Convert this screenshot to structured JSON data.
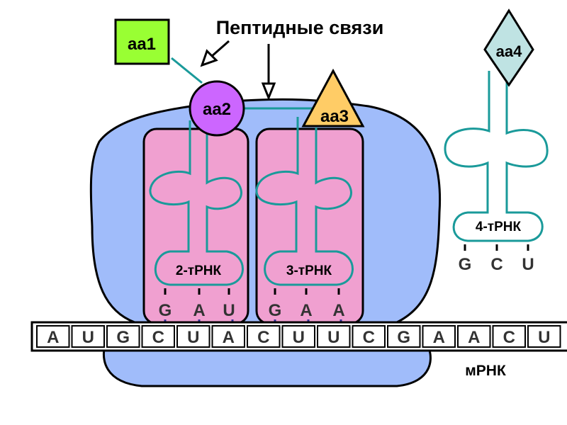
{
  "title": "Пептидные связи",
  "amino_acids": {
    "aa1": "aa1",
    "aa2": "aa2",
    "aa3": "aa3",
    "aa4": "aa4"
  },
  "trna": [
    {
      "label": "2-тРНК",
      "anticodon": [
        "G",
        "A",
        "U"
      ]
    },
    {
      "label": "3-тРНК",
      "anticodon": [
        "G",
        "A",
        "A"
      ]
    },
    {
      "label": "4-тРНК",
      "anticodon": [
        "G",
        "C",
        "U"
      ]
    }
  ],
  "mrna": {
    "label": "мРНК",
    "codons": [
      "A",
      "U",
      "G",
      "C",
      "U",
      "A",
      "C",
      "U",
      "U",
      "C",
      "G",
      "A",
      "A",
      "C",
      "U"
    ]
  },
  "colors": {
    "ribosome": "#a0bcfa",
    "site": "#f0a0d0",
    "trna": "#1a9a9a",
    "aa1": "#99ff33",
    "aa2": "#cc66ff",
    "aa3": "#ffcc66",
    "aa4": "#bfe3e3"
  }
}
